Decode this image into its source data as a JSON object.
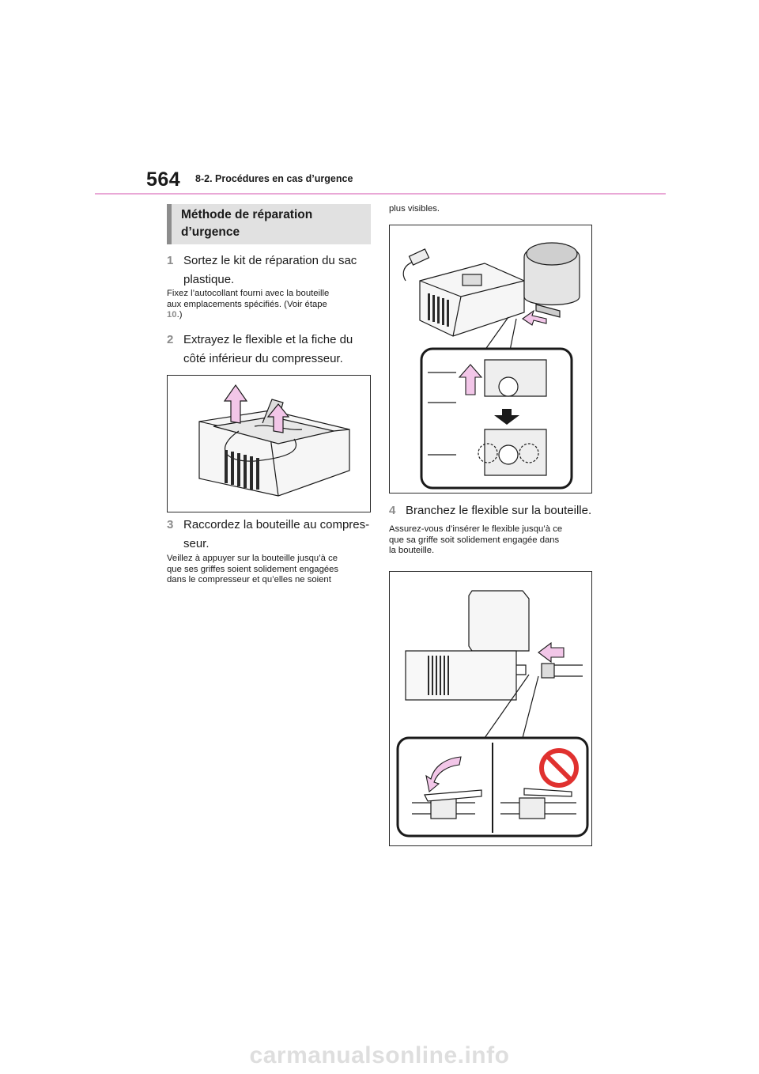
{
  "header": {
    "page_number": "564",
    "section_title": "8-2. Procédures en cas d’urgence"
  },
  "box_heading": {
    "line1": "Méthode de réparation",
    "line2": "d’urgence"
  },
  "left_column": {
    "step1": {
      "num": "1",
      "line1": "Sortez le kit de réparation du sac",
      "line2": "plastique."
    },
    "note1": {
      "line1": "Fixez l’autocollant fourni avec la bouteille",
      "line2": "aux emplacements spécifiés. (Voir étape",
      "ref": "10",
      "suffix": ".)"
    },
    "step2": {
      "num": "2",
      "line1": "Extrayez le flexible et la fiche du",
      "line2": "côté inférieur du compresseur."
    },
    "step3": {
      "num": "3",
      "line1": "Raccordez la bouteille au compres-",
      "line2": "seur."
    },
    "note3": {
      "line1": "Veillez à appuyer sur la bouteille jusqu’à ce",
      "line2": "que ses griffes soient solidement engagées",
      "line3": "dans le compresseur et qu’elles ne soient"
    }
  },
  "right_column": {
    "continuation": "plus visibles.",
    "step4": {
      "num": "4",
      "line1": "Branchez le flexible sur la bouteille."
    },
    "note4": {
      "line1": "Assurez-vous d’insérer le flexible jusqu’à ce",
      "line2": "que sa griffe soit solidement engagée dans",
      "line3": "la bouteille."
    }
  },
  "colors": {
    "accent_pink": "#e9a8d6",
    "arrow_fill": "#f2c6e8",
    "step_number_gray": "#8b8b8b",
    "heading_box": "#e1e1e1",
    "prohibited_red": "#e0312f"
  },
  "footer": {
    "watermark": "carmanualsonline.info"
  }
}
